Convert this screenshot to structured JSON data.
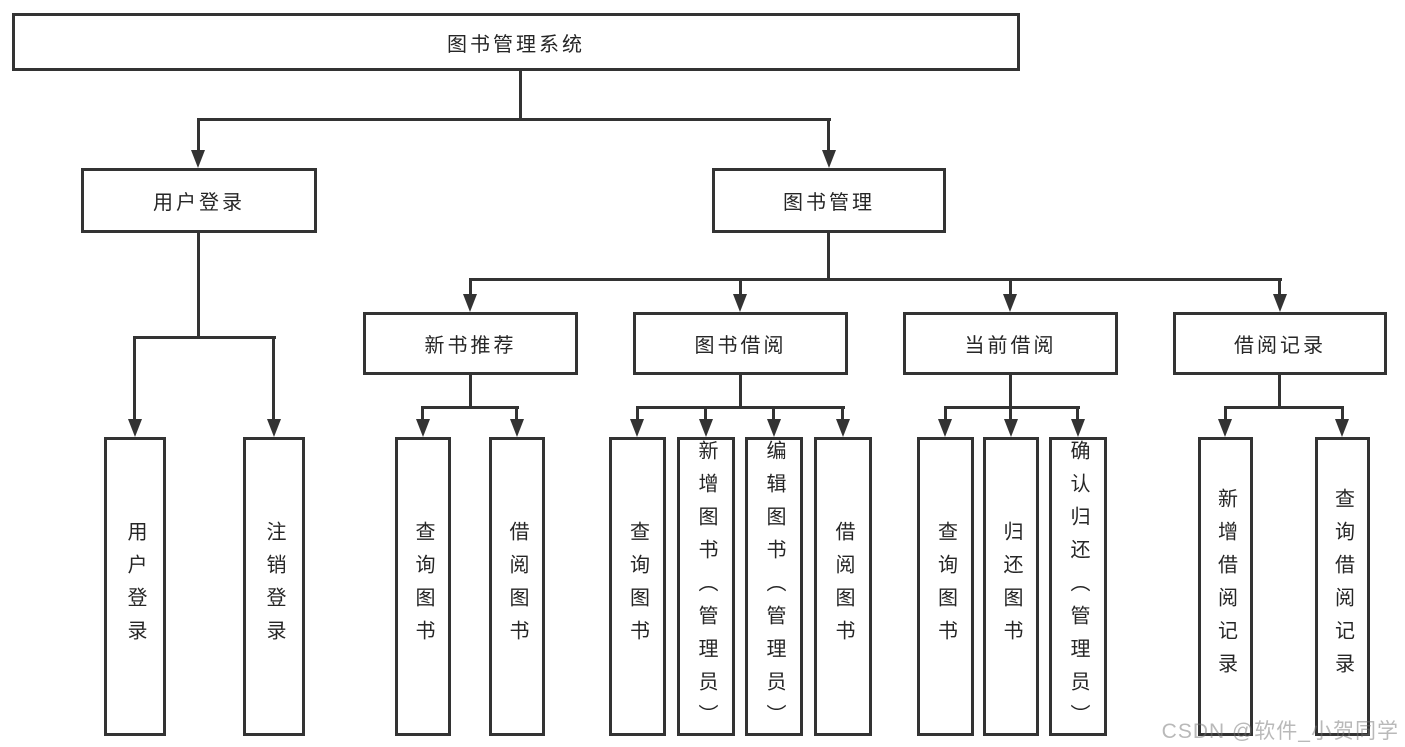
{
  "diagram": {
    "root": {
      "label": "图书管理系统"
    },
    "user_login": {
      "label": "用户登录",
      "children": [
        {
          "label": "用户登录"
        },
        {
          "label": "注销登录"
        }
      ]
    },
    "book_management": {
      "label": "图书管理",
      "sections": [
        {
          "label": "新书推荐",
          "children": [
            {
              "label": "查询图书"
            },
            {
              "label": "借阅图书"
            }
          ]
        },
        {
          "label": "图书借阅",
          "children": [
            {
              "label": "查询图书"
            },
            {
              "label": "新增图书（管理员）"
            },
            {
              "label": "编辑图书（管理员）"
            },
            {
              "label": "借阅图书"
            }
          ]
        },
        {
          "label": "当前借阅",
          "children": [
            {
              "label": "查询图书"
            },
            {
              "label": "归还图书"
            },
            {
              "label": "确认归还（管理员）"
            }
          ]
        },
        {
          "label": "借阅记录",
          "children": [
            {
              "label": "新增借阅记录"
            },
            {
              "label": "查询借阅记录"
            }
          ]
        }
      ]
    }
  },
  "watermark": {
    "text": "CSDN @软件_小贺同学"
  },
  "colors": {
    "line": "#333333",
    "text": "#262626",
    "background": "#ffffff",
    "watermark_base": "#737373"
  }
}
